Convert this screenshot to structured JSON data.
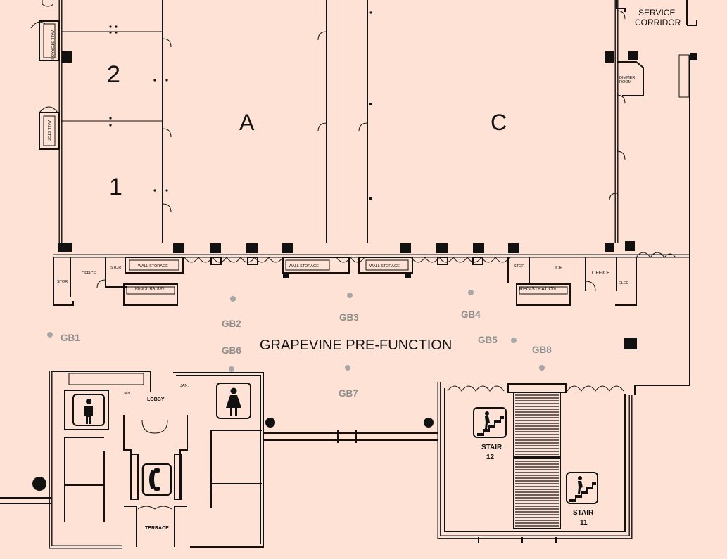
{
  "rooms": {
    "room_a": "A",
    "room_c": "C",
    "room_1": "1",
    "room_2": "2"
  },
  "areas": {
    "prefunction": "GRAPEVINE PRE-FUNCTION",
    "service_corridor_line1": "SERVICE",
    "service_corridor_line2": "CORRIDOR",
    "lobby": "LOBBY",
    "terrace": "TERRACE",
    "dimmer_room_line1": "DIMMER",
    "dimmer_room_line2": "ROOM"
  },
  "small_rooms": {
    "wall_storage": "WALL STORAGE",
    "wall_stor": "WALL STOR",
    "stor": "STOR",
    "office": "OFFICE",
    "registration": "REGISTRATION",
    "idf": "IDF",
    "elec": "ELEC",
    "jan": "JAN."
  },
  "stairs": [
    {
      "label": "STAIR",
      "number": "12"
    },
    {
      "label": "STAIR",
      "number": "11"
    }
  ],
  "markers": [
    {
      "id": "GB1"
    },
    {
      "id": "GB2"
    },
    {
      "id": "GB3"
    },
    {
      "id": "GB4"
    },
    {
      "id": "GB5"
    },
    {
      "id": "GB6"
    },
    {
      "id": "GB7"
    },
    {
      "id": "GB8"
    }
  ],
  "icons": {
    "restroom_men": "men-restroom-icon",
    "restroom_women": "women-restroom-icon",
    "telephone": "telephone-icon",
    "stairs": "stairs-icon"
  },
  "colors": {
    "background": "#fde2d5",
    "walls": "#111111",
    "marker": "#a7a7a7"
  }
}
